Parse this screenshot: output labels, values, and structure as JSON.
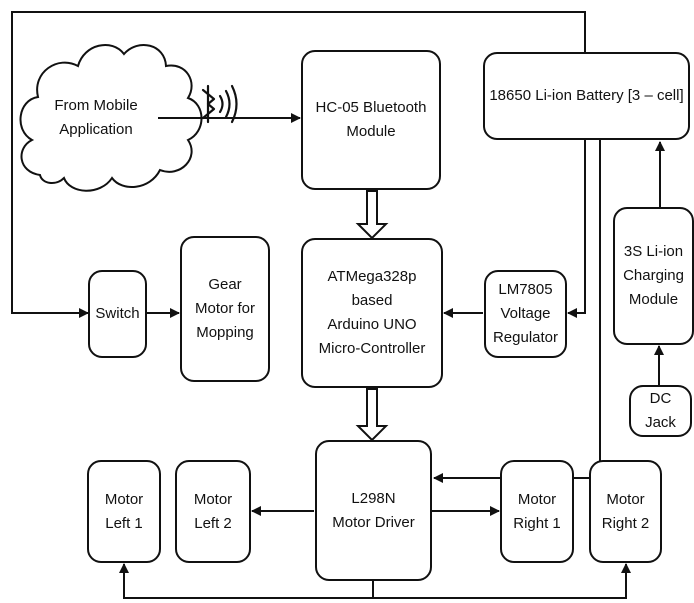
{
  "diagram": {
    "nodes": {
      "mobile_app": "From Mobile\nApplication",
      "bluetooth_module": "HC-05 Bluetooth\nModule",
      "battery": "18650 Li-ion Battery [3 – cell]",
      "charging_module": "3S Li-ion\nCharging\nModule",
      "dc_jack": "DC Jack",
      "microcontroller": "ATMega328p based\nArduino UNO\nMicro-Controller",
      "voltage_regulator": "LM7805\nVoltage\nRegulator",
      "switch": "Switch",
      "gear_motor": "Gear\nMotor for\nMopping",
      "motor_driver": "L298N\nMotor Driver",
      "motor_left_1": "Motor\nLeft 1",
      "motor_left_2": "Motor\nLeft 2",
      "motor_right_1": "Motor\nRight 1",
      "motor_right_2": "Motor\nRight 2"
    },
    "icons": {
      "wireless": "bluetooth-signal-icon"
    },
    "colors": {
      "line": "#111111",
      "background": "#ffffff"
    }
  }
}
